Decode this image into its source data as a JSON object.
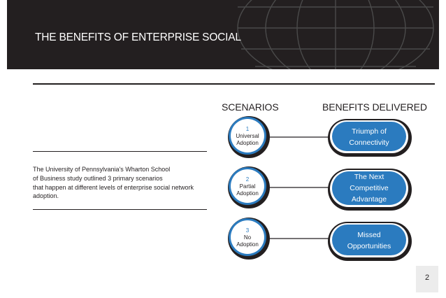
{
  "header": {
    "title": "THE BENEFITS OF ENTERPRISE SOCIAL"
  },
  "columns": {
    "scenarios": "SCENARIOS",
    "benefits": "BENEFITS DELIVERED"
  },
  "intro": {
    "lines": [
      "The University of Pennsylvania's Wharton School",
      "of Business study outlined 3  primary scenarios",
      "that happen at different levels of enterprise social network",
      "adoption."
    ]
  },
  "scenarios": [
    {
      "number": "1",
      "label_lines": [
        "Universal",
        "Adoption"
      ]
    },
    {
      "number": "2",
      "label_lines": [
        "Partial",
        "Adoption"
      ]
    },
    {
      "number": "3",
      "label_lines": [
        "No",
        "Adoption"
      ]
    }
  ],
  "benefits": [
    {
      "label_lines": [
        "Triumph of",
        "Connectivity"
      ]
    },
    {
      "label_lines": [
        "The Next",
        "Competitive",
        "Advantage"
      ]
    },
    {
      "label_lines": [
        "Missed",
        "Opportunities"
      ]
    }
  ],
  "page_number": "2",
  "colors": {
    "dark": "#231f20",
    "blue": "#2b7bbf",
    "globe_lines": "#4a4a4a",
    "page_box": "#ececec"
  }
}
